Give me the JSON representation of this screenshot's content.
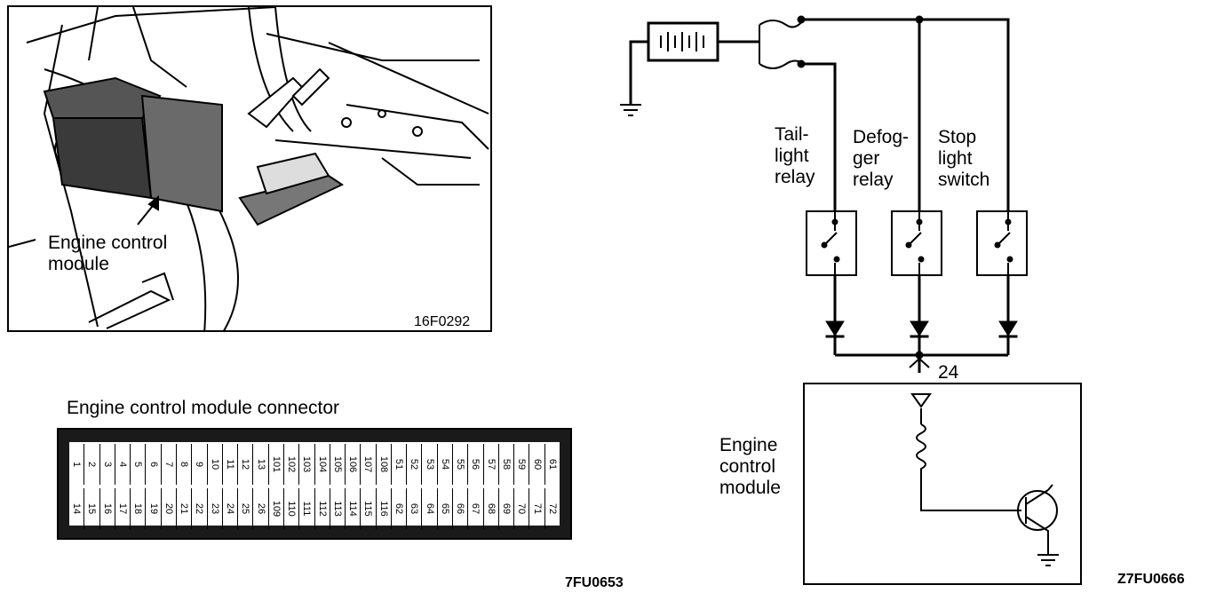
{
  "photo": {
    "callout": "Engine control\nmodule",
    "code": "16F0292"
  },
  "connector": {
    "title": "Engine control module connector",
    "top_row": [
      "1",
      "2",
      "3",
      "4",
      "5",
      "6",
      "7",
      "8",
      "9",
      "10",
      "11",
      "12",
      "13",
      "101",
      "102",
      "103",
      "104",
      "105",
      "106",
      "107",
      "108",
      "51",
      "52",
      "53",
      "54",
      "55",
      "56",
      "57",
      "58",
      "59",
      "60",
      "61"
    ],
    "bottom_row": [
      "14",
      "15",
      "16",
      "17",
      "18",
      "19",
      "20",
      "21",
      "22",
      "23",
      "24",
      "25",
      "26",
      "109",
      "110",
      "111",
      "112",
      "113",
      "114",
      "115",
      "116",
      "62",
      "63",
      "64",
      "65",
      "66",
      "67",
      "68",
      "69",
      "70",
      "71",
      "72"
    ],
    "code": "7FU0653"
  },
  "circuit": {
    "taillight_relay": "Tail-\nlight\nrelay",
    "defogger_relay": "Defog-\nger\nrelay",
    "stoplight_switch": "Stop\nlight\nswitch",
    "terminal": "24",
    "module": "Engine\ncontrol\nmodule",
    "code": "Z7FU0666"
  }
}
